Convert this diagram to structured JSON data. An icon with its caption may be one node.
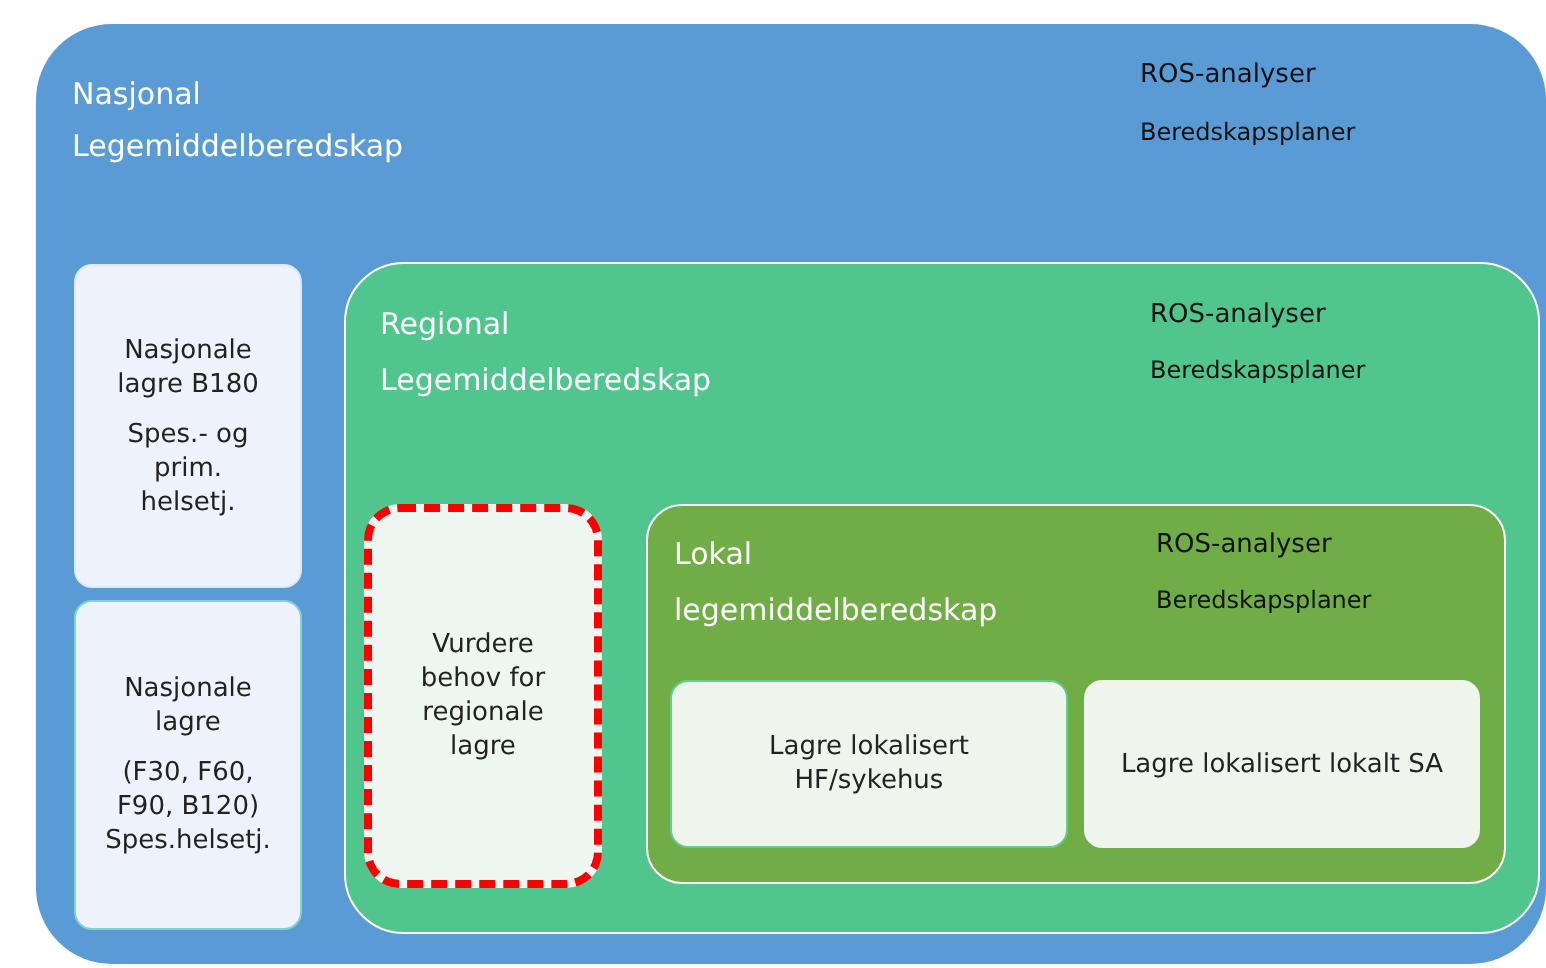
{
  "diagram": {
    "nodes": [
      {
        "text": [
          "Nasjonal Legemiddelberedskap",
          "ROS-analyser",
          "Beredskapsplaner"
        ]
      },
      {
        "text": [
          "Nasjonale lagre B180",
          "Spes.- og prim. helsetj."
        ],
        "in": 0
      },
      {
        "text": [
          "Nasjonale lagre",
          "(F30, F60, F90, B120) Spes.helsetj."
        ],
        "in": 0
      },
      {
        "text": [
          "Regional Legemiddelberedskap",
          "ROS-analyser",
          "Beredskapsplaner"
        ],
        "in": 0
      },
      {
        "text": [
          "Vurdere behov for regionale lagre"
        ],
        "in": 3
      },
      {
        "text": [
          "Lokal legemiddelberedskap",
          "ROS-analyser",
          "Beredskapsplaner"
        ],
        "in": 3
      },
      {
        "text": [
          "Lagre lokalisert HF/sykehus"
        ],
        "in": 5
      },
      {
        "text": [
          "Lagre lokalisert lokalt SA"
        ],
        "in": 5
      }
    ]
  }
}
